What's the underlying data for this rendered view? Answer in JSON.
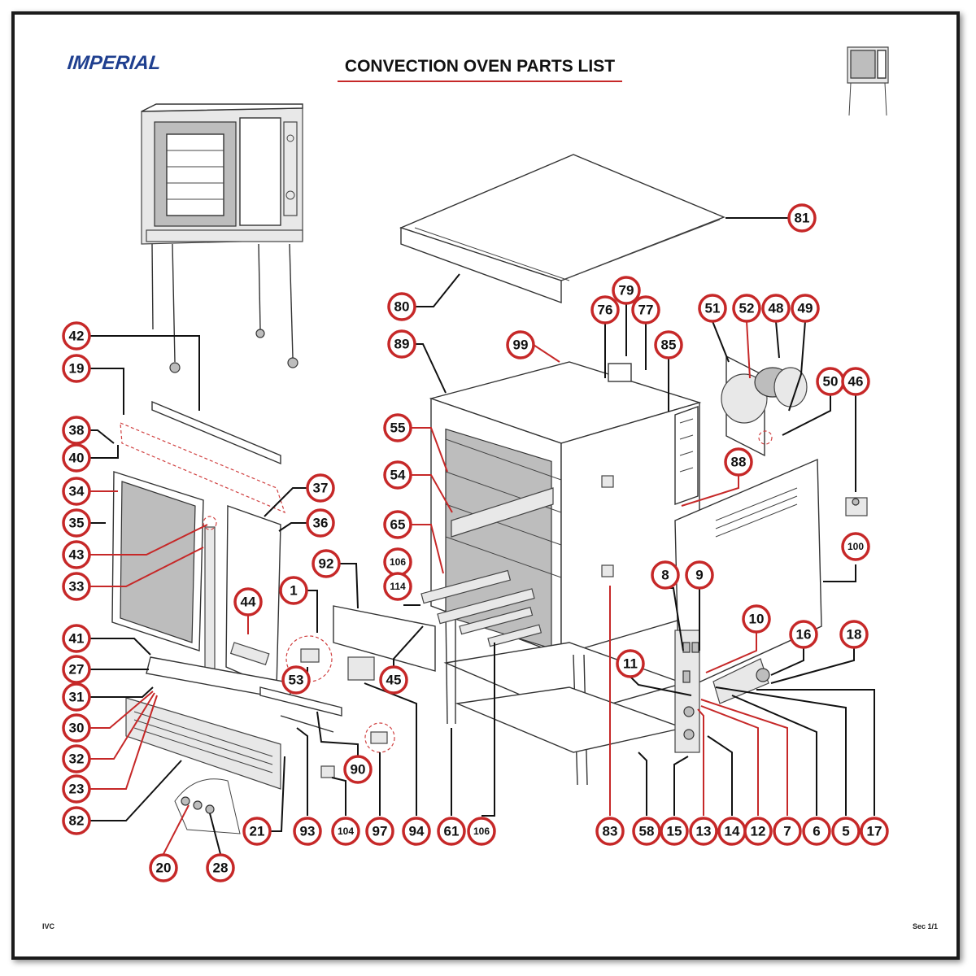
{
  "header": {
    "brand": "IMPERIAL",
    "title": "CONVECTION OVEN PARTS LIST"
  },
  "footer": {
    "left": "IVC",
    "right": "Sec 1/1"
  },
  "callout_labels": [
    "81",
    "80",
    "79",
    "76",
    "77",
    "85",
    "89",
    "99",
    "51",
    "52",
    "48",
    "49",
    "50",
    "46",
    "55",
    "54",
    "88",
    "65",
    "106",
    "114",
    "100",
    "83",
    "8",
    "9",
    "10",
    "16",
    "18",
    "11",
    "15",
    "13",
    "14",
    "12",
    "7",
    "6",
    "5",
    "17",
    "58",
    "61",
    "106",
    "94",
    "97",
    "104",
    "90",
    "93",
    "42",
    "19",
    "38",
    "40",
    "34",
    "35",
    "37",
    "36",
    "43",
    "33",
    "44",
    "1",
    "92",
    "53",
    "45",
    "41",
    "27",
    "31",
    "30",
    "32",
    "23",
    "82",
    "21",
    "20",
    "28"
  ],
  "colors": {
    "callout_ring": "#c62828",
    "brand_blue": "#1f3f8f",
    "title_rule": "#c62828"
  }
}
